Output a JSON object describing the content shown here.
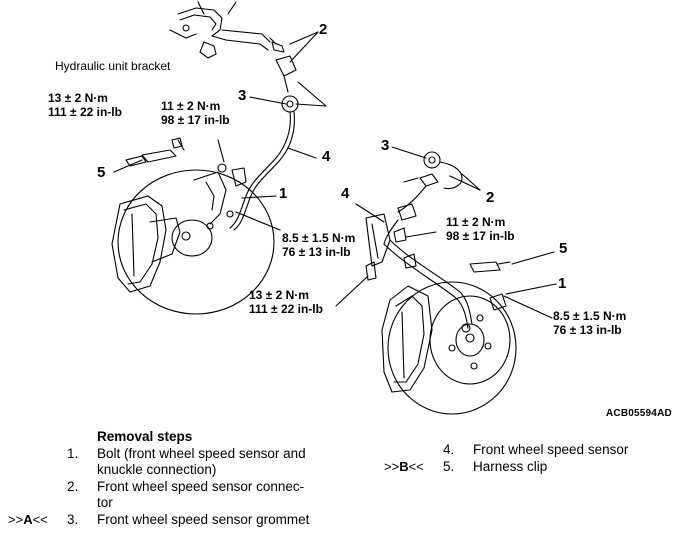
{
  "figure": {
    "callouts": {
      "bracket": "Hydraulic unit bracket",
      "t_left_top_nm": "13 ± 2 N·m",
      "t_left_top_inlb": "111 ± 22 in-lb",
      "t_mid_top_nm": "11 ± 2 N·m",
      "t_mid_top_inlb": "98 ± 17 in-lb",
      "t_left_sensor_nm": "8.5 ± 1.5 N·m",
      "t_left_sensor_inlb": "76 ± 13 in-lb",
      "t_right_mid_nm": "11 ± 2 N·m",
      "t_right_mid_inlb": "98 ± 17 in-lb",
      "t_right_lower_nm": "13 ± 2 N·m",
      "t_right_lower_inlb": "111 ± 22 in-lb",
      "t_right_sensor_nm": "8.5 ± 1.5 N·m",
      "t_right_sensor_inlb": "76 ± 13 in-lb"
    },
    "numbers": {
      "n2_top": "2",
      "n3_top": "3",
      "n4_top": "4",
      "n5_left": "5",
      "n1_left": "1",
      "n3_right": "3",
      "n2_right": "2",
      "n4_right": "4",
      "n5_right": "5",
      "n1_right": "1"
    },
    "code": "ACB05594AD"
  },
  "removal": {
    "heading": "Removal steps",
    "left": [
      {
        "num": "1.",
        "line1": "Bolt (front wheel speed sensor and",
        "line2": "knuckle connection)",
        "ref": ""
      },
      {
        "num": "2.",
        "line1": "Front wheel speed sensor connec-",
        "line2": "tor",
        "ref": ""
      },
      {
        "num": "3.",
        "line1": "Front wheel speed sensor grommet",
        "line2": "",
        "ref_pre": ">>",
        "ref_b": "A",
        "ref_post": "<<"
      }
    ],
    "right": [
      {
        "num": "4.",
        "line1": "Front wheel speed sensor",
        "ref": ""
      },
      {
        "num": "5.",
        "line1": "Harness clip",
        "ref_pre": ">>",
        "ref_b": "B",
        "ref_post": "<<"
      }
    ]
  }
}
